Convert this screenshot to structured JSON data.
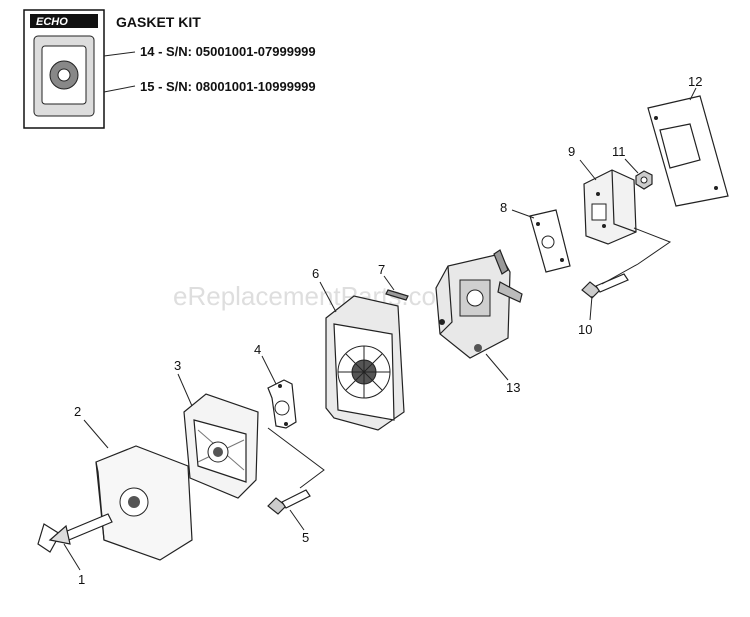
{
  "brand": {
    "logo_text": "ECHO"
  },
  "watermark": "eReplacementParts.com",
  "gasket_kit": {
    "title": "GASKET KIT",
    "lines": [
      {
        "number": "14",
        "text": "14 - S/N: 05001001-07999999"
      },
      {
        "number": "15",
        "text": "15 - S/N: 08001001-10999999"
      }
    ]
  },
  "callouts": [
    "1",
    "2",
    "3",
    "4",
    "5",
    "6",
    "7",
    "8",
    "9",
    "10",
    "11",
    "12",
    "13"
  ],
  "parts": [
    {
      "number": "1",
      "icon": "wing-bolt-icon"
    },
    {
      "number": "2",
      "icon": "air-filter-cover-icon"
    },
    {
      "number": "3",
      "icon": "air-filter-element-icon"
    },
    {
      "number": "4",
      "icon": "gasket-small-icon"
    },
    {
      "number": "5",
      "icon": "bolt-icon"
    },
    {
      "number": "6",
      "icon": "air-cleaner-case-icon"
    },
    {
      "number": "7",
      "icon": "pin-icon"
    },
    {
      "number": "8",
      "icon": "carburetor-gasket-icon"
    },
    {
      "number": "9",
      "icon": "insulator-icon"
    },
    {
      "number": "10",
      "icon": "bolt-icon"
    },
    {
      "number": "11",
      "icon": "nut-icon"
    },
    {
      "number": "12",
      "icon": "insulator-gasket-icon"
    },
    {
      "number": "13",
      "icon": "carburetor-icon"
    }
  ],
  "colors": {
    "line": "#222222",
    "fill": "#ffffff",
    "shade": "#555555",
    "watermark": "#c9c9c9"
  }
}
